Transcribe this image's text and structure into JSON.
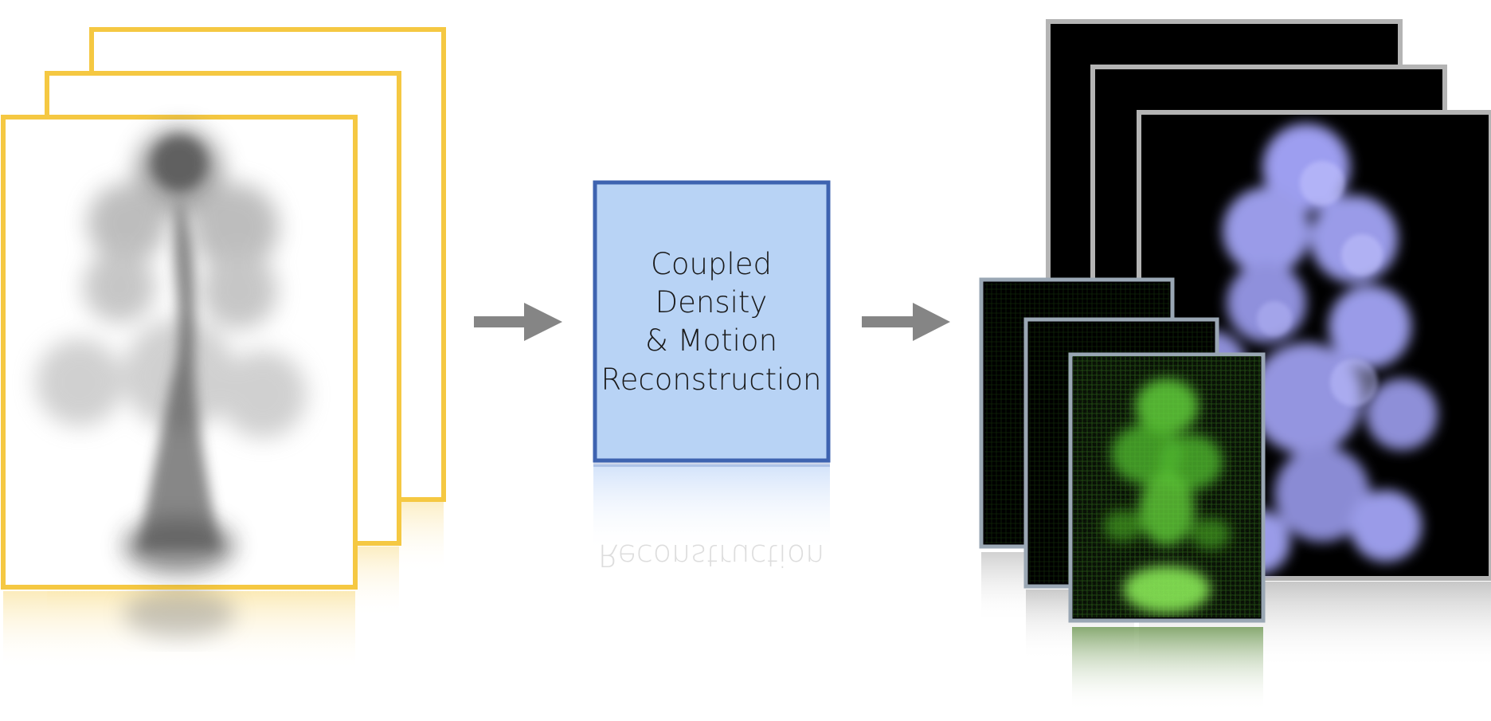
{
  "center_box": {
    "lines": [
      "Coupled",
      "Density",
      "& Motion",
      "Reconstruction"
    ]
  },
  "colors": {
    "input_frame_border": "#f5c842",
    "process_box_fill": "#b8d3f5",
    "process_box_border": "#3e63b0",
    "arrow": "#858585",
    "output_frame_border": "#b4b4b4",
    "velocity_frame_border": "#9aa7b4",
    "density_render": "#9d9ef0",
    "velocity_render": "#62d23a"
  },
  "icons": {
    "input_stack": "smoke-images-stack-icon",
    "output_density_stack": "density-render-stack-icon",
    "output_velocity_stack": "velocity-field-stack-icon",
    "arrow": "right-arrow-icon"
  }
}
